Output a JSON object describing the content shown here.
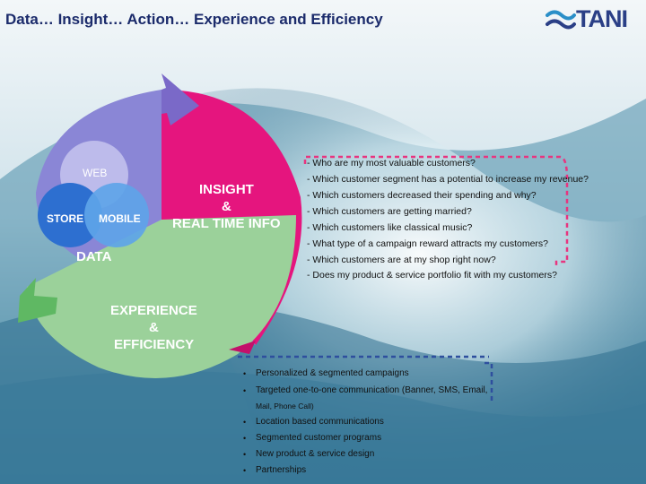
{
  "header": {
    "title": "Data… Insight… Action… Experience and Efficiency",
    "logo_text": "TANI"
  },
  "cycle": {
    "data_label": "DATA",
    "insight_label": [
      "INSIGHT",
      "&",
      "REAL TIME INFO"
    ],
    "experience_label": [
      "EXPERIENCE",
      "&",
      "EFFICIENCY"
    ],
    "circles": {
      "web": "WEB",
      "store": "STORE",
      "mobile": "MOBILE"
    }
  },
  "questions": [
    "- Who are my most valuable customers?",
    "- Which customer segment has a potential to increase my revenue?",
    "- Which customers decreased their spending and why?",
    "- Which customers are getting married?",
    "- Which customers like classical music?",
    "- What type of a campaign reward attracts my customers?",
    "- Which customers are at my shop right now?",
    "- Does my product & service portfolio fit with my customers?"
  ],
  "actions": [
    "Personalized & segmented campaigns",
    "Targeted one-to-one communication (Banner, SMS, Email,",
    "Mail, Phone Call)",
    "Location based communications",
    "Segmented customer programs",
    "New product & service design",
    "Partnerships"
  ],
  "colors": {
    "data": "#8a86d6",
    "insight": "#e5157e",
    "experience": "#9bd19a",
    "accent_bracket": "#e8347f",
    "title": "#1b2b6b"
  }
}
